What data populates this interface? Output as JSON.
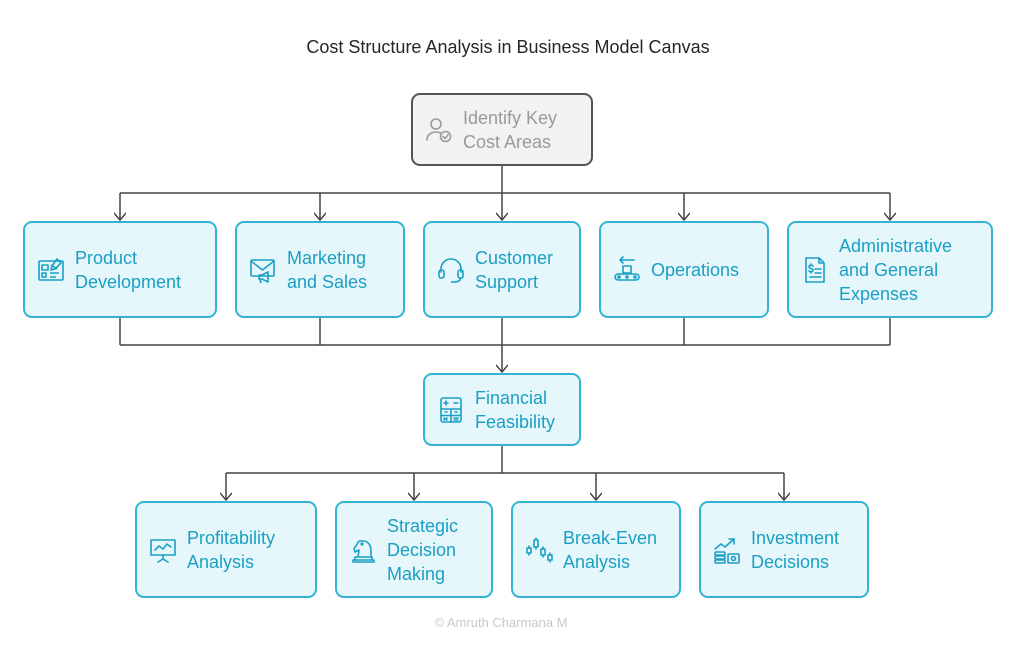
{
  "diagram": {
    "title": "Cost Structure Analysis in Business Model Canvas",
    "root": {
      "label": "Identify Key\nCost Areas",
      "icon": "person-check-icon"
    },
    "cost_areas": [
      {
        "label": "Product\nDevelopment",
        "icon": "blueprint-icon"
      },
      {
        "label": "Marketing\nand Sales",
        "icon": "envelope-megaphone-icon"
      },
      {
        "label": "Customer\nSupport",
        "icon": "headset-icon"
      },
      {
        "label": "Operations",
        "icon": "conveyor-icon"
      },
      {
        "label": "Administrative\nand General\nExpenses",
        "icon": "invoice-icon"
      }
    ],
    "hub": {
      "label": "Financial\nFeasibility",
      "icon": "calculator-icon"
    },
    "outcomes": [
      {
        "label": "Profitability\nAnalysis",
        "icon": "presentation-chart-icon"
      },
      {
        "label": "Strategic\nDecision\nMaking",
        "icon": "chess-knight-icon"
      },
      {
        "label": "Break-Even\nAnalysis",
        "icon": "candlestick-icon"
      },
      {
        "label": "Investment\nDecisions",
        "icon": "money-growth-icon"
      }
    ],
    "footer": "© Amruth Charmana M",
    "colors": {
      "node_fill": "#e6f7fc",
      "node_border": "#35b3d5",
      "node_text": "#1a9fc4",
      "root_fill": "#f2f2f2",
      "root_border": "#555555",
      "root_text": "#9a9a9a",
      "connector": "#444444"
    }
  }
}
